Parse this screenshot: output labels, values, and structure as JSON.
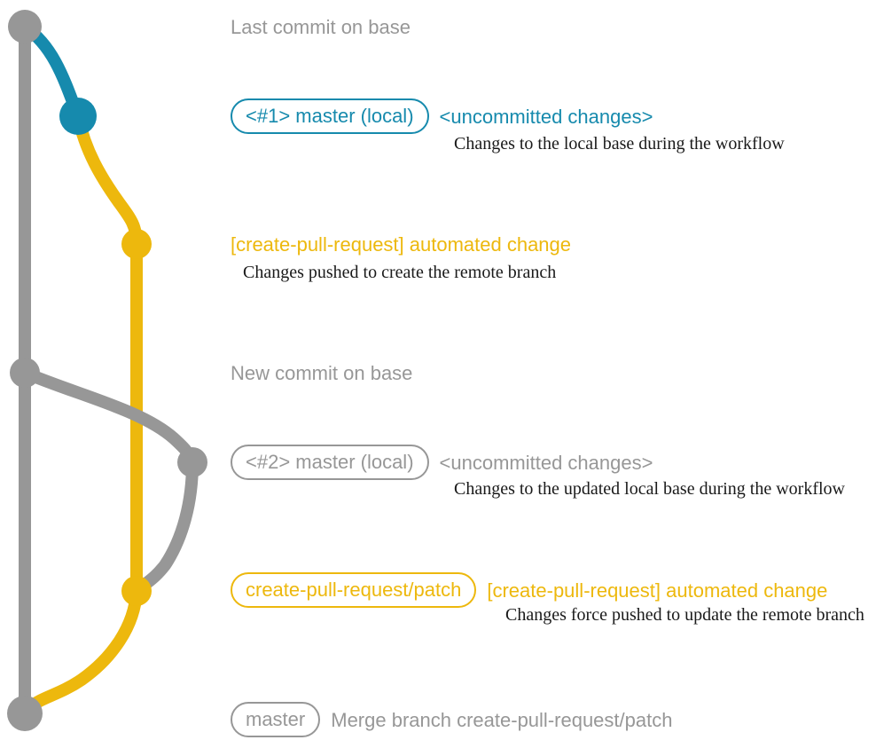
{
  "palette": {
    "base_gray": "#979797",
    "local_blue": "#168aad",
    "pr_yellow": "#edb80d",
    "note_black": "#1a1a1a"
  },
  "graph": {
    "branches": [
      "base",
      "master-local",
      "create-pull-request-patch"
    ],
    "commit_count": 7
  },
  "rows": {
    "last_commit": {
      "message": "Last commit on base"
    },
    "master_local_1": {
      "tag": "<#1> master (local)",
      "message": "<uncommitted changes>",
      "note": "Changes to the local base during the workflow"
    },
    "pr_commit_1": {
      "message": "[create-pull-request] automated change",
      "note": "Changes pushed to create the remote branch"
    },
    "new_commit": {
      "message": "New commit on base"
    },
    "master_local_2": {
      "tag": "<#2> master (local)",
      "message": "<uncommitted changes>",
      "note": "Changes to the updated local base during the workflow"
    },
    "pr_commit_2": {
      "tag": "create-pull-request/patch",
      "message": "[create-pull-request] automated change",
      "note": "Changes force pushed to update the remote branch"
    },
    "merge_commit": {
      "tag": "master",
      "message": "Merge branch create-pull-request/patch"
    }
  }
}
